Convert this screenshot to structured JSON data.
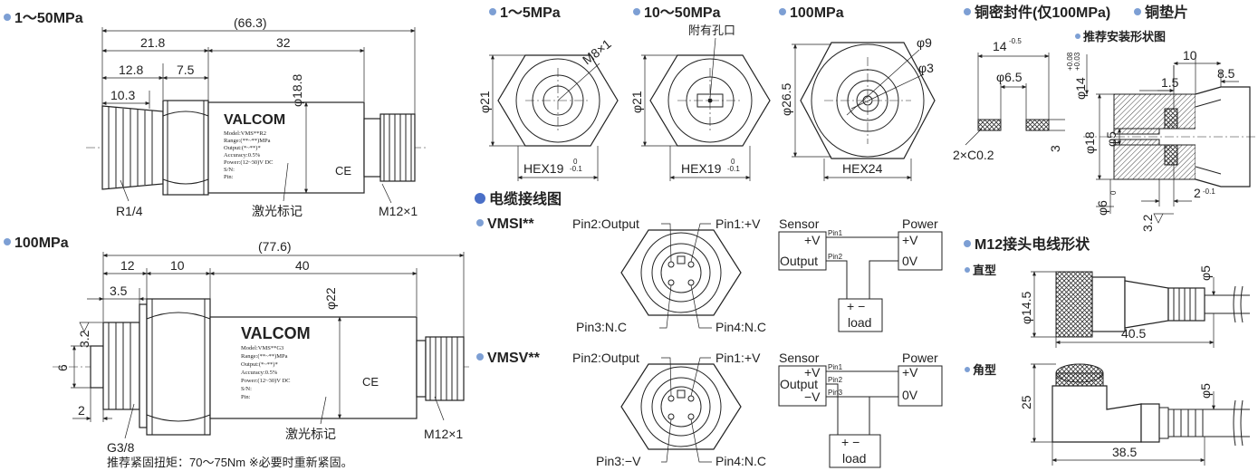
{
  "sections": {
    "s1_title": "1～50MPa",
    "s2_title": "100MPa",
    "s3_title": "1～5MPa",
    "s4_title": "10～50MPa",
    "s5_title": "100MPa",
    "seal_title": "铜密封件(仅100MPa)",
    "gasket_title": "铜垫片",
    "mount_title": "推荐安装形状图",
    "cable_title": "电缆接线图",
    "vmsi": "VMSI**",
    "vmsv": "VMSV**",
    "m12_title": "M12接头电线形状",
    "straight": "直型",
    "angle": "角型"
  },
  "s1": {
    "total": "(66.3)",
    "d1": "21.8",
    "d2": "32",
    "d3": "12.8",
    "d4": "7.5",
    "d5": "10.3",
    "d6": "φ18.8",
    "thread_left": "R1/4",
    "laser": "激光标记",
    "thread_right": "M12×1"
  },
  "s2": {
    "total": "(77.6)",
    "d1": "12",
    "d2": "10",
    "d3": "40",
    "d4": "3.5",
    "d5": "φ22",
    "d6": "3.2",
    "d7": "6",
    "d8": "2",
    "thread_left": "G3/8",
    "laser": "激光标记",
    "thread_right": "M12×1",
    "torque": "推荐紧固扭矩：70～75Nm ※必要时重新紧固。"
  },
  "label": {
    "brand": "VALCOM",
    "l1a": "Model:VMS**R2",
    "l2a": "Range:(**~**)MPa",
    "l3a": "Output:(*~**)*",
    "l1b": "Model:VMS**G3",
    "l2b": "Range:(**~**)MPa",
    "l3b": "Output:(*~**)*",
    "l4": "Accuracy:0.5%",
    "l5": "Power:(12~30)V DC",
    "l6": "S/N:",
    "l7": "Pin:",
    "ce": "CE"
  },
  "end_views": {
    "v1_dia": "φ21",
    "v1_thread": "M8×1",
    "v1_hex": "HEX19",
    "v2_dia": "φ21",
    "v2_hole": "附有孔口",
    "v2_hex": "HEX19",
    "v3_dia": "φ26.5",
    "v3_d9": "φ9",
    "v3_d3": "φ3",
    "v3_hex": "HEX24",
    "tol_up": "0",
    "tol_low": "-0.1"
  },
  "seal": {
    "w": "14",
    "w_tol": "-0.5",
    "inner": "φ6.5",
    "h": "3",
    "chamfer": "2×C0.2"
  },
  "mount": {
    "d14": "φ14",
    "d14_tol_up": "+0.08",
    "d14_tol_low": "+0.03",
    "d1_5": "1.5",
    "d10": "10",
    "d8_5": "8.5",
    "d18": "φ18",
    "d5": "φ5",
    "d2": "2",
    "d2_tol": "-0.1",
    "d6": "φ6",
    "d6_tol_up": "0",
    "d6_tol_low": "-0.1",
    "r3_2": "3.2"
  },
  "wiring": {
    "pin1": "Pin1:+V",
    "pin2": "Pin2:Output",
    "pin3a": "Pin3:N.C",
    "pin4": "Pin4:N.C",
    "pin3b": "Pin3:−V",
    "sensor": "Sensor",
    "power": "Power",
    "plusv": "+V",
    "output": "Output",
    "minusv": "−V",
    "zerov": "0V",
    "p1": "Pin1",
    "p2": "Pin2",
    "p3": "Pin3",
    "pm": "+ −",
    "load": "load"
  },
  "m12": {
    "d14_5": "φ14.5",
    "d5a": "φ5",
    "l40_5": "40.5",
    "h25": "25",
    "d5b": "φ5",
    "l38_5": "38.5"
  }
}
